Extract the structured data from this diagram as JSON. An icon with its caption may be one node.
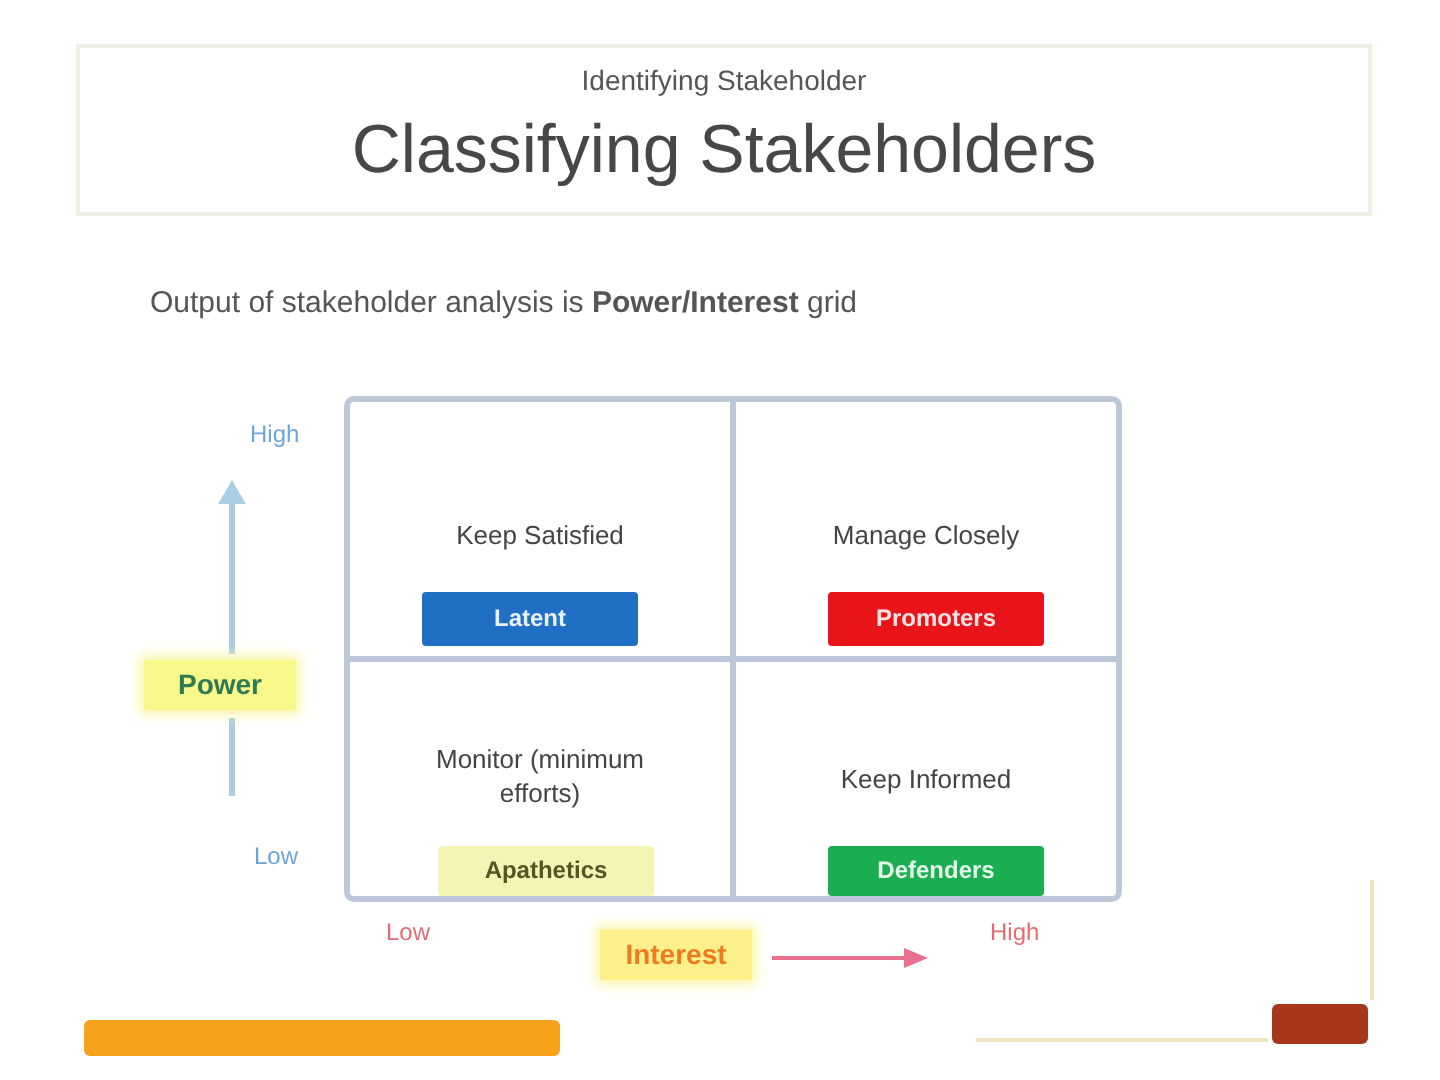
{
  "diagram": {
    "title": "Classifying Stakeholders",
    "nodes": [
      {
        "text": [
          "Keep Satisfied"
        ]
      },
      {
        "text": [
          "Latent"
        ],
        "in": 0
      },
      {
        "text": [
          "Manage Closely"
        ]
      },
      {
        "text": [
          "Promoters"
        ],
        "in": 2
      },
      {
        "text": [
          "Power"
        ]
      },
      {
        "text": [
          "Monitor (minimum efforts)"
        ]
      },
      {
        "text": [
          "Apathetics"
        ],
        "in": 5
      },
      {
        "text": [
          "Keep Informed"
        ]
      },
      {
        "text": [
          "Defenders"
        ],
        "in": 7
      },
      {
        "text": [
          "Interest"
        ]
      }
    ],
    "labels": [
      "Identifying Stakeholder",
      "Output of stakeholder analysis is **Power/Interest** grid",
      "High",
      "Low",
      "Low",
      "High"
    ]
  }
}
